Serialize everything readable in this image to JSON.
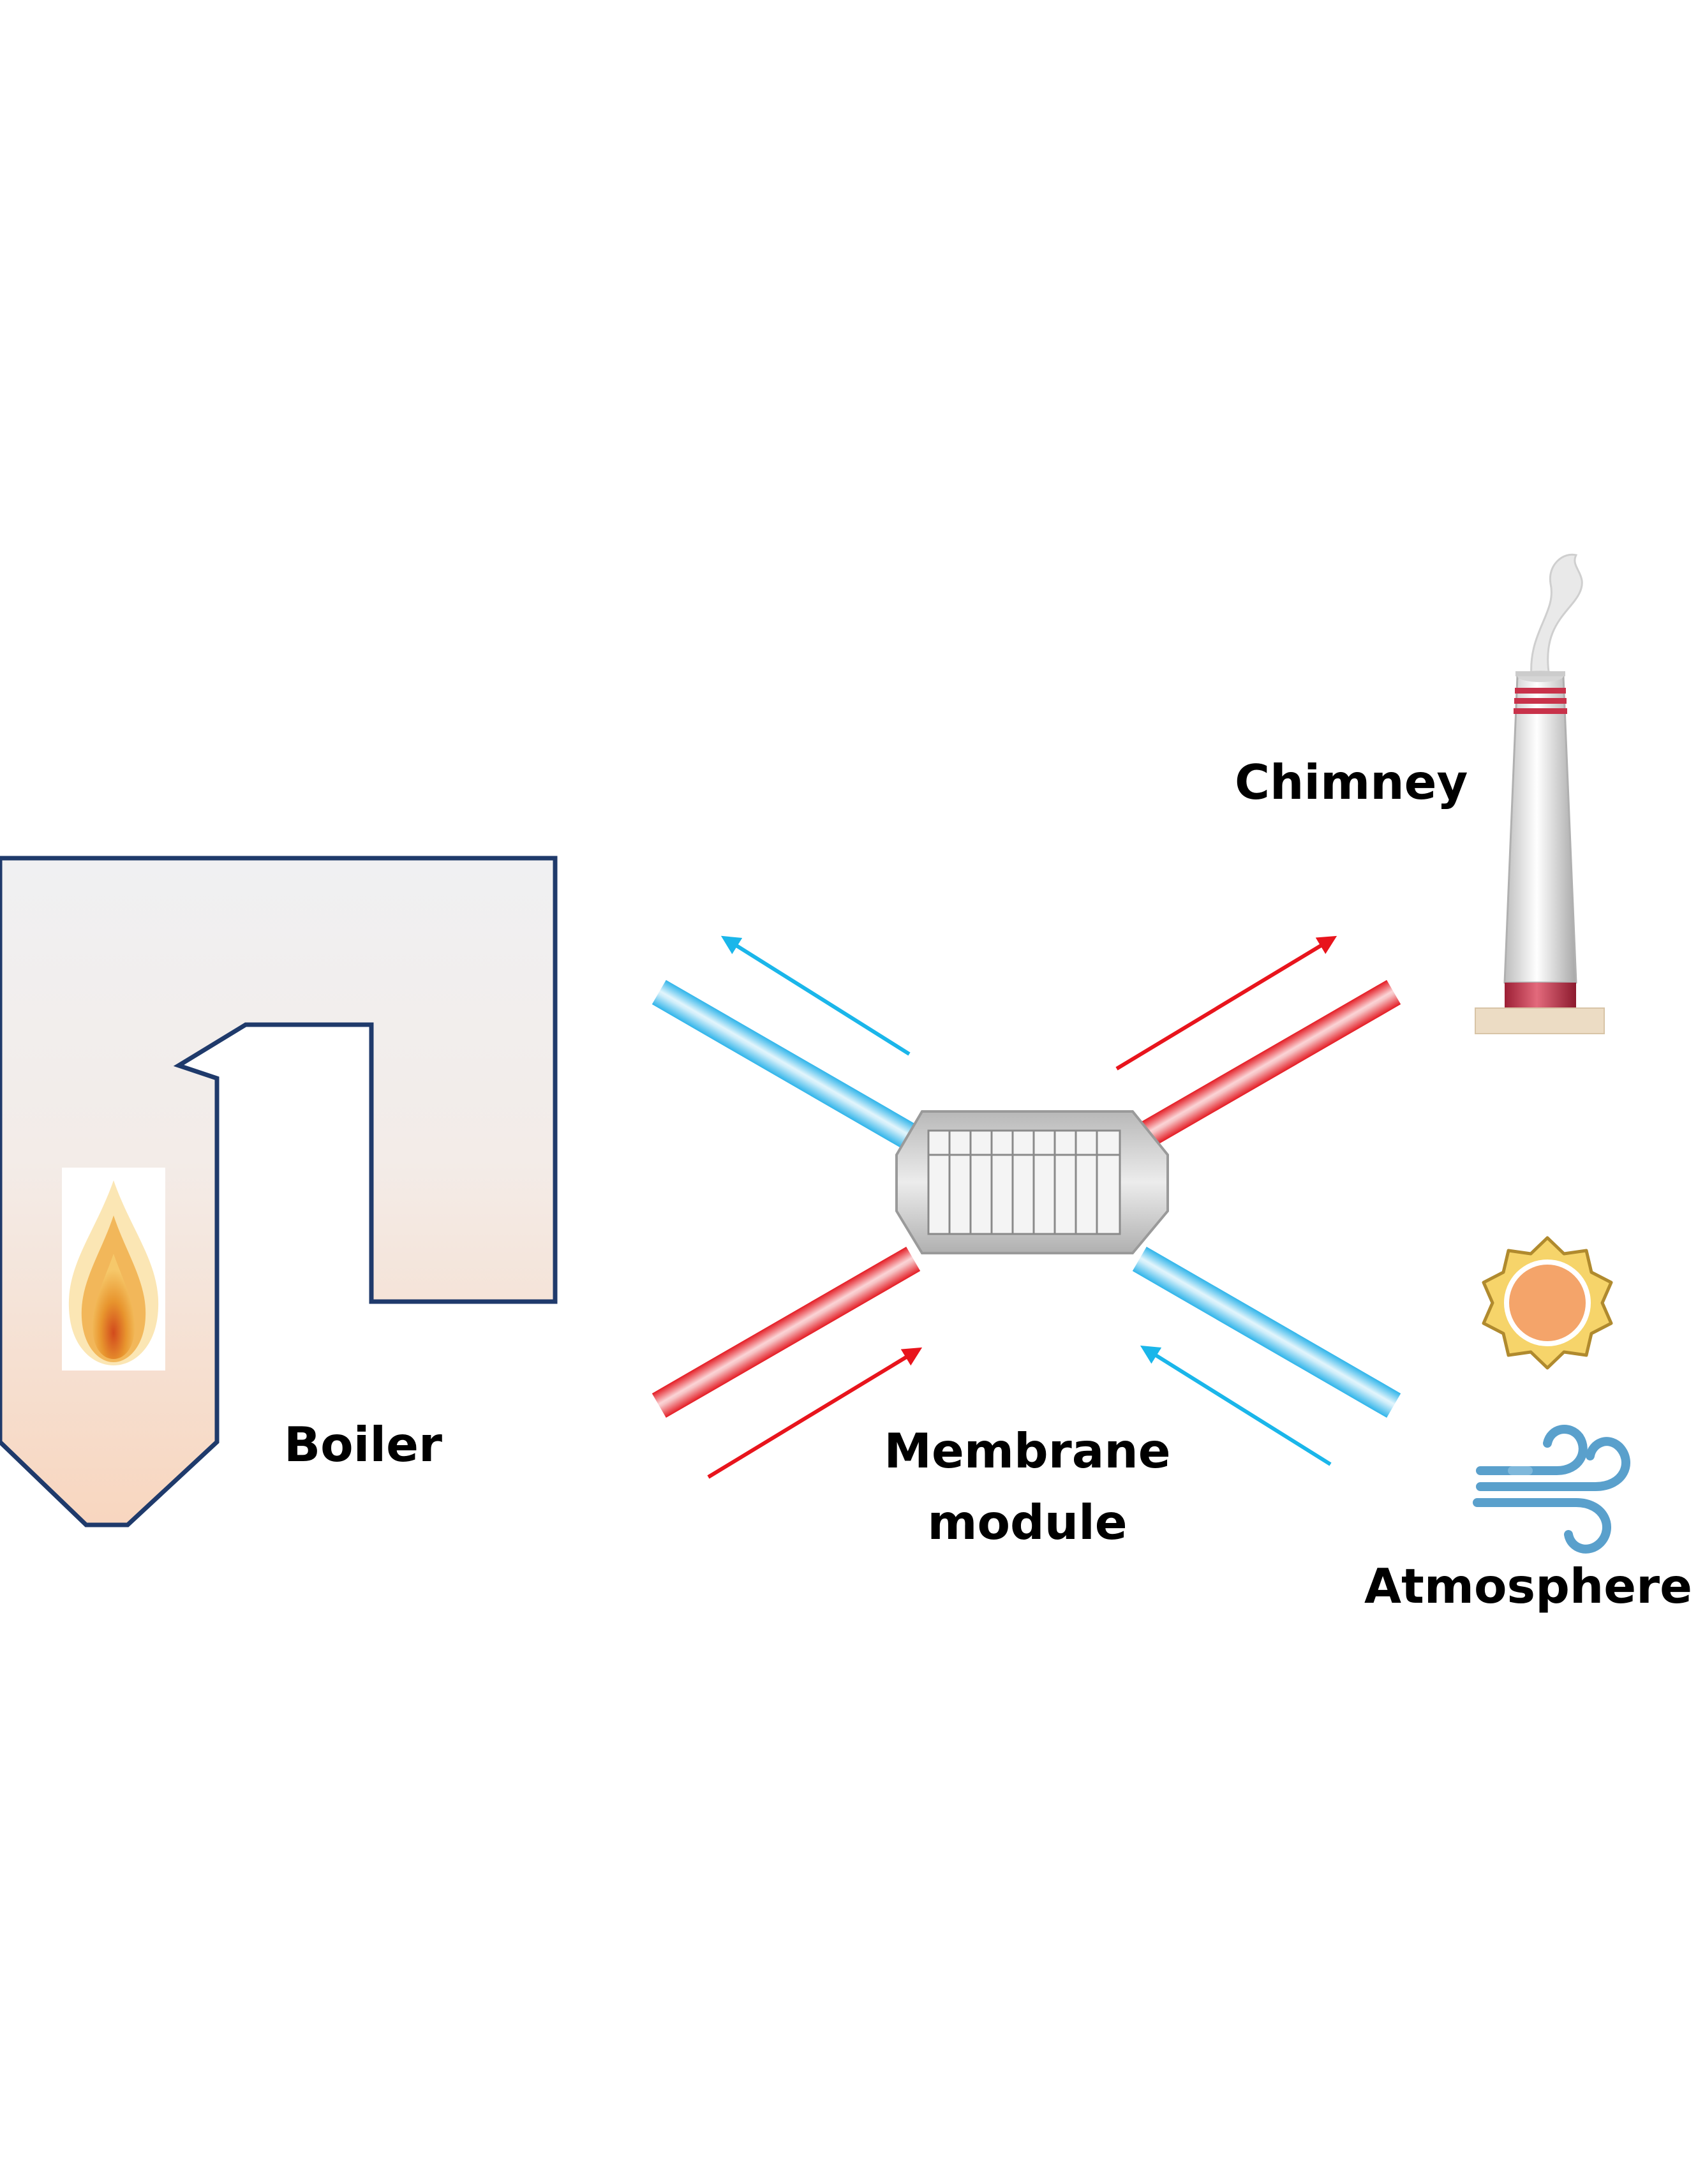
{
  "labels": {
    "boiler": "Boiler",
    "chimney": "Chimney",
    "membrane_line1": "Membrane",
    "membrane_line2": "module",
    "atmosphere": "Atmosphere"
  },
  "colors": {
    "hot_stream": "#e8141c",
    "cold_stream": "#1ab6ea",
    "boiler_outline": "#1f3a6b",
    "chimney_band": "#c8324a",
    "sun_ring": "#f2c23a",
    "sun_core": "#f4a46a",
    "wind": "#5aa0cc"
  },
  "icons": [
    "flame-icon",
    "sun-icon",
    "wind-icon",
    "smoke-icon"
  ]
}
